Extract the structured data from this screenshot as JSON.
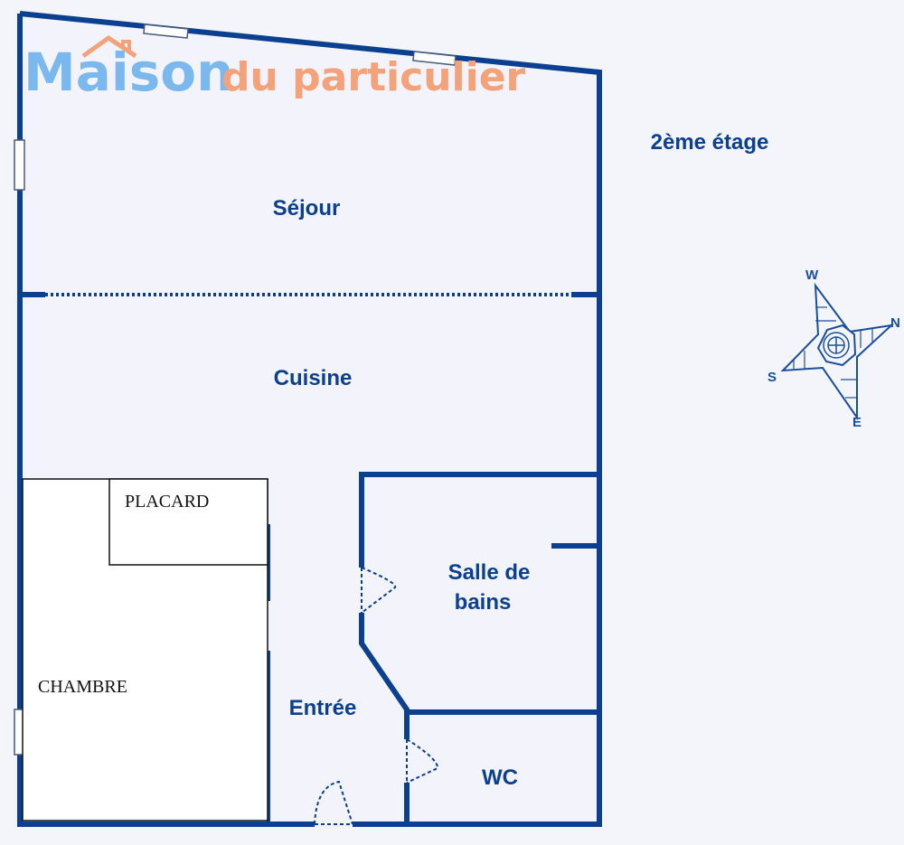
{
  "floor_label": "2ème étage",
  "logo": {
    "part1": "Maison",
    "part2": "du particulier",
    "color1": "#7ab8ee",
    "color2": "#f3a27a"
  },
  "rooms": {
    "sejour": "Séjour",
    "cuisine": "Cuisine",
    "placard": "PLACARD",
    "chambre": "CHAMBRE",
    "salle_de_bains_line1": "Salle de",
    "salle_de_bains_line2": "bains",
    "entree": "Entrée",
    "wc": "WC"
  },
  "compass": {
    "w": "W",
    "n": "N",
    "s": "S",
    "e": "E"
  },
  "colors": {
    "wall": "#0b3f8f",
    "background": "#f4f5fb"
  }
}
